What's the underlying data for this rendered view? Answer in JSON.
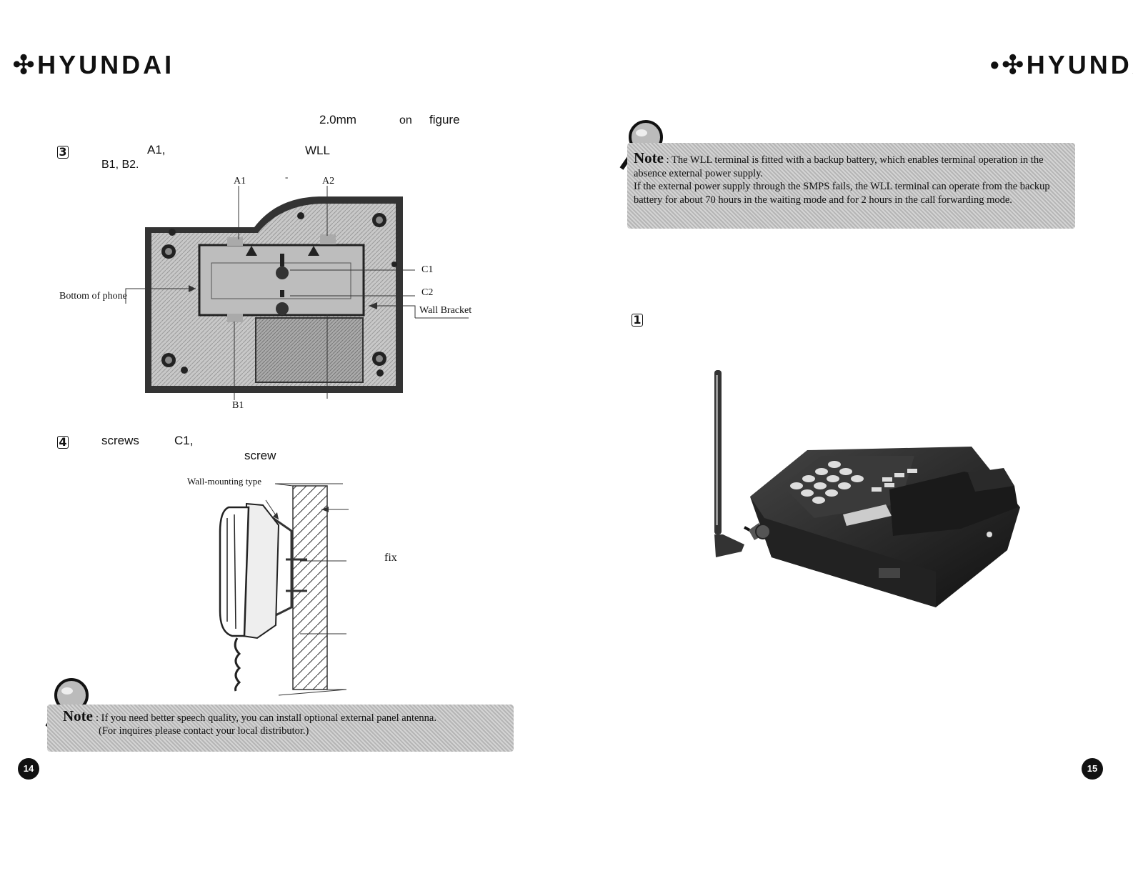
{
  "brand_left": "HYUNDAI",
  "brand_right": "HYUNDA",
  "left_page": {
    "top_words": [
      "2.0mm",
      "on",
      "figure"
    ],
    "step3": {
      "num": "3",
      "words": [
        "A1,",
        "WLL",
        "B1, B2."
      ]
    },
    "fig1_labels": {
      "a1": "A1",
      "dash": "-",
      "a2": "A2",
      "c1": "C1",
      "c2": "C2",
      "bottom": "Bottom of phone",
      "bracket": "Wall Bracket",
      "b1": "B1"
    },
    "step4": {
      "num": "4",
      "words": [
        "screws",
        "C1,",
        "screw"
      ]
    },
    "fig2_labels": {
      "type": "Wall-mounting type",
      "fix": "fix"
    },
    "note": {
      "label": "Note",
      "lines": [
        "If you need better speech quality, you can install optional external panel antenna.",
        "(For inquires please contact your local distributor.)"
      ]
    },
    "page_no": "14"
  },
  "right_page": {
    "note": {
      "label": "Note",
      "lines": [
        "The WLL terminal is fitted with a backup battery, which enables terminal operation in the absence external power supply.",
        "If the external power supply through the SMPS fails, the WLL terminal can operate from the backup battery for about 70 hours in the waiting mode and for 2 hours in the call forwarding mode."
      ]
    },
    "step1": {
      "num": "1"
    },
    "page_no": "15"
  }
}
